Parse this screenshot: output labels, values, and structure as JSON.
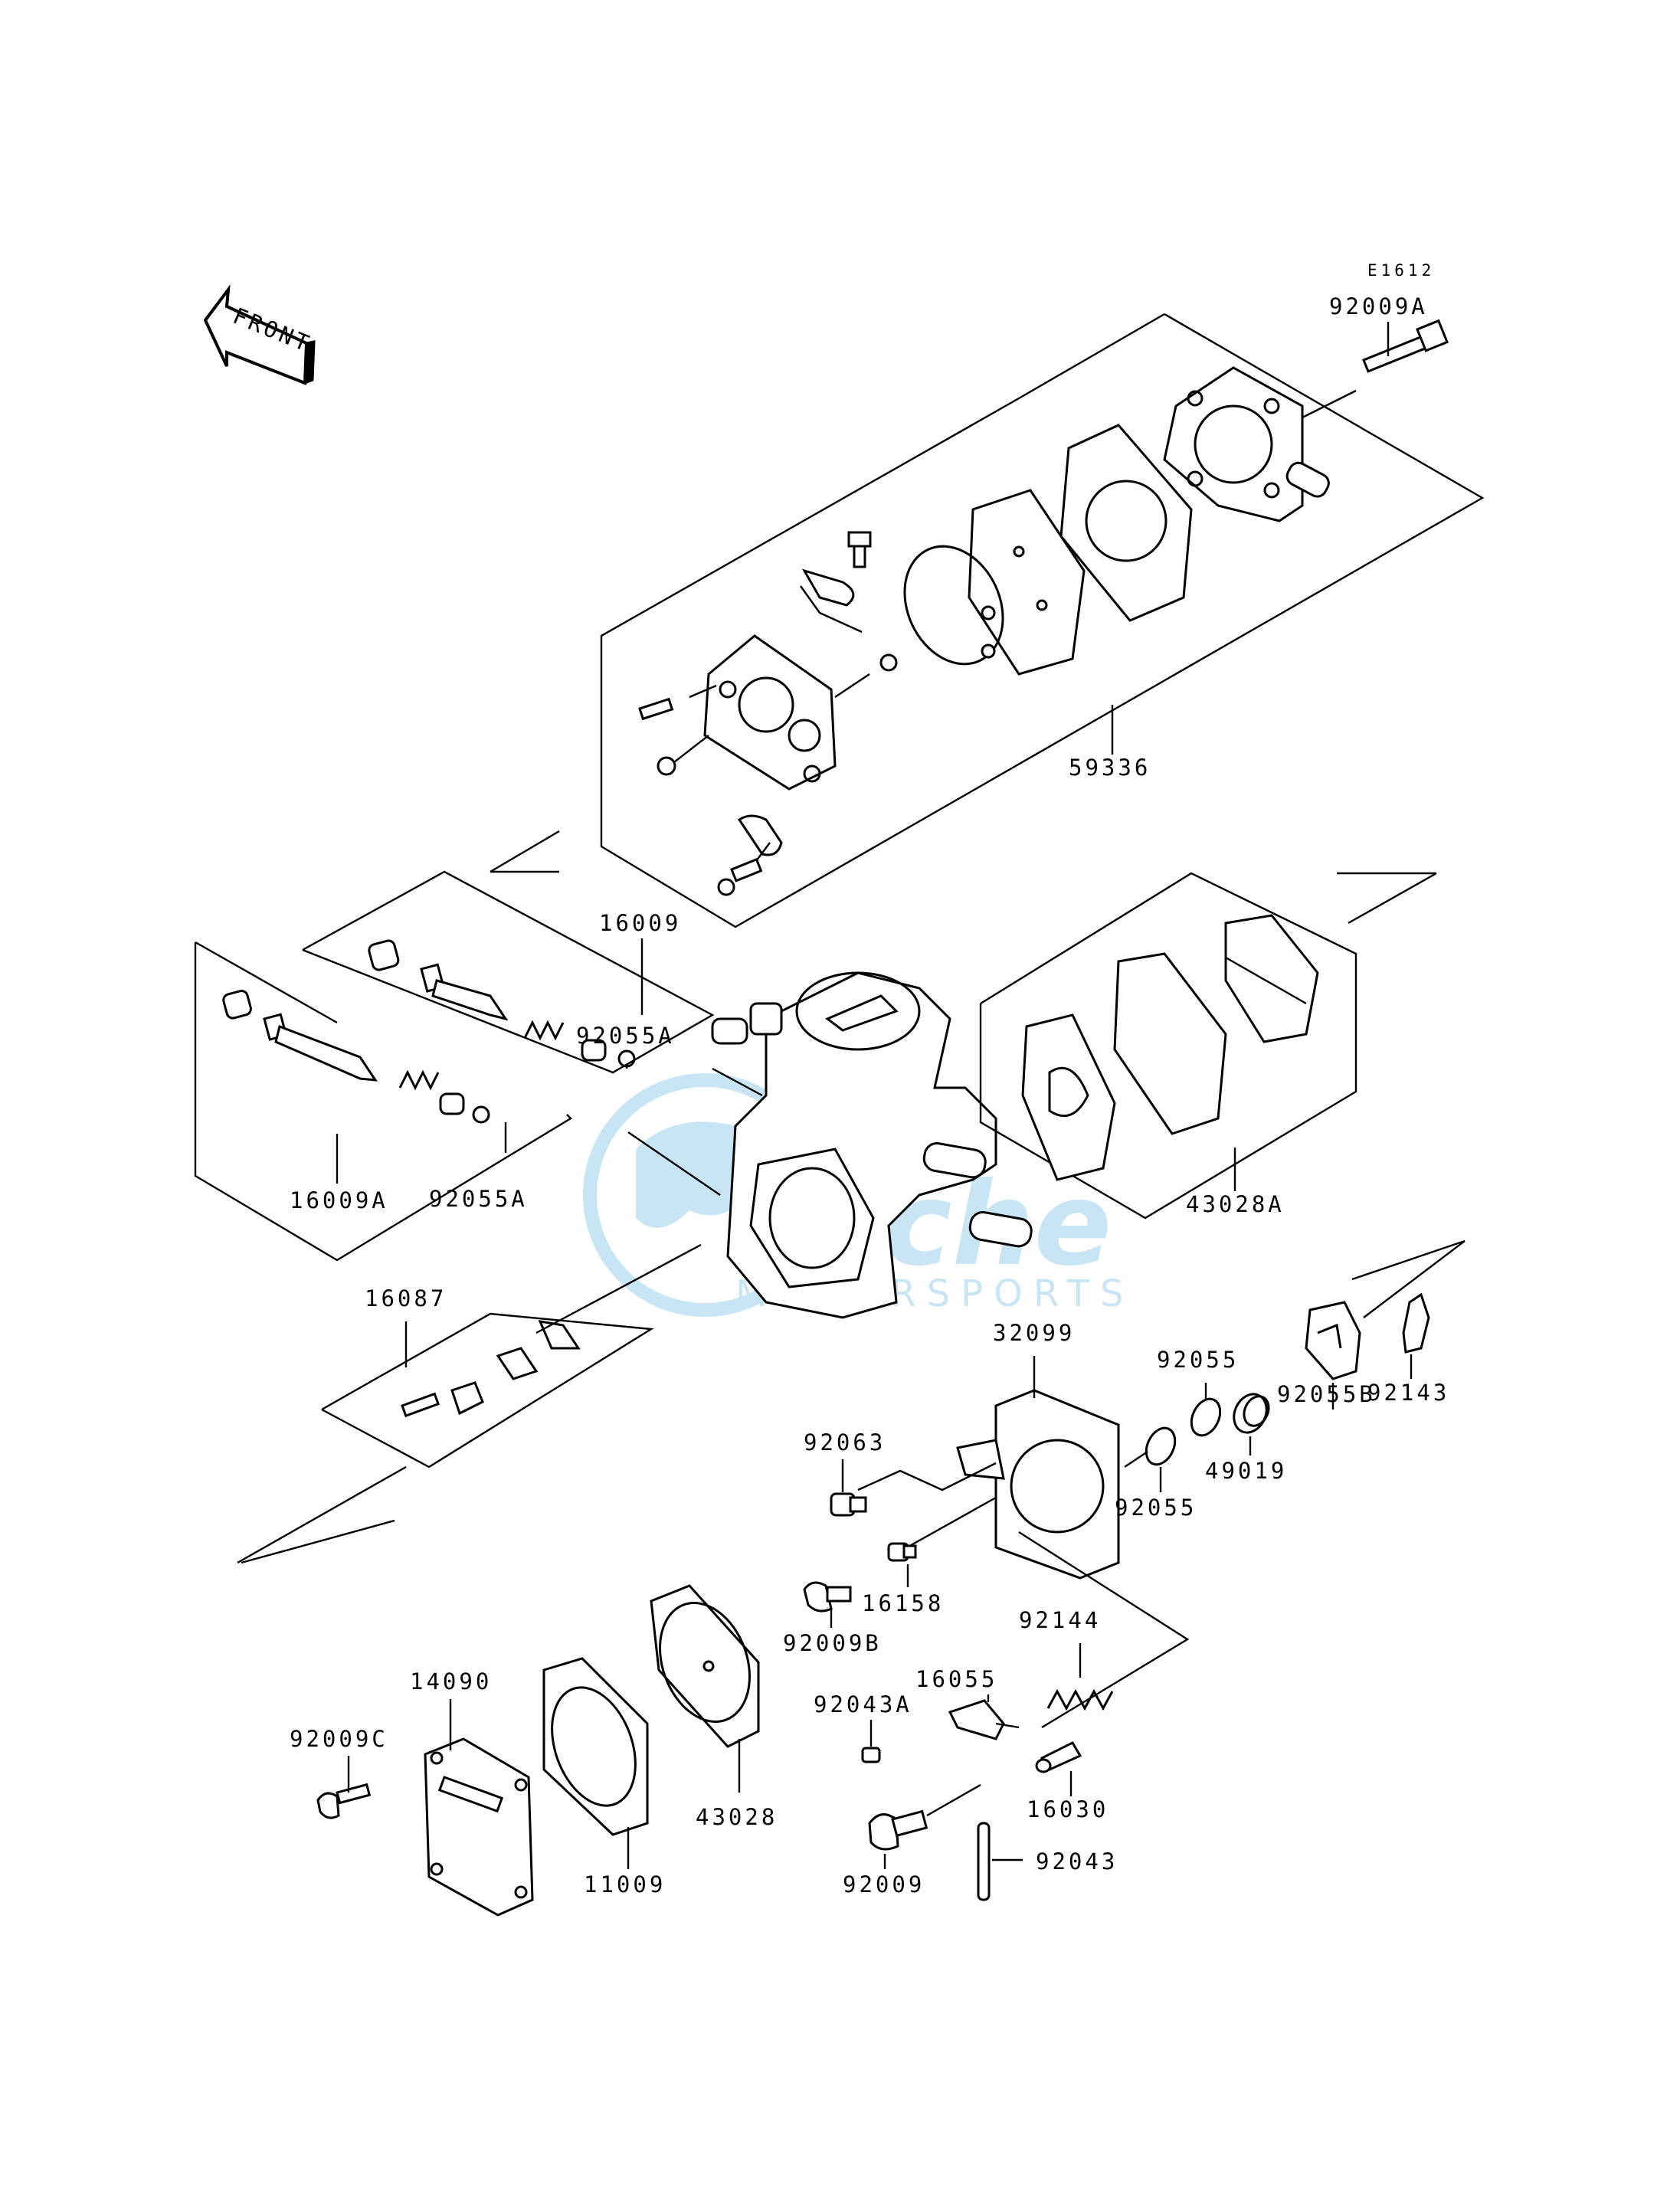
{
  "diagram_code": "E1612",
  "front_label": "FRONT",
  "watermark": {
    "brand": "Fiche",
    "sub": "MOTORSPORTS",
    "color": "#3aa6dd"
  },
  "parts": {
    "p92009A": "92009A",
    "p59336": "59336",
    "p16009": "16009",
    "p92055A_1": "92055A",
    "p92055A_2": "92055A",
    "p16009A": "16009A",
    "p43028A": "43028A",
    "p16087": "16087",
    "p32099": "32099",
    "p92055_1": "92055",
    "p92055_2": "92055",
    "p92055B": "92055B",
    "p92143": "92143",
    "p49019": "49019",
    "p92063": "92063",
    "p16158": "16158",
    "p92009B": "92009B",
    "p92144": "92144",
    "p16055": "16055",
    "p92043A": "92043A",
    "p14090": "14090",
    "p92009C": "92009C",
    "p43028": "43028",
    "p11009": "11009",
    "p16030": "16030",
    "p92009": "92009",
    "p92043": "92043"
  }
}
